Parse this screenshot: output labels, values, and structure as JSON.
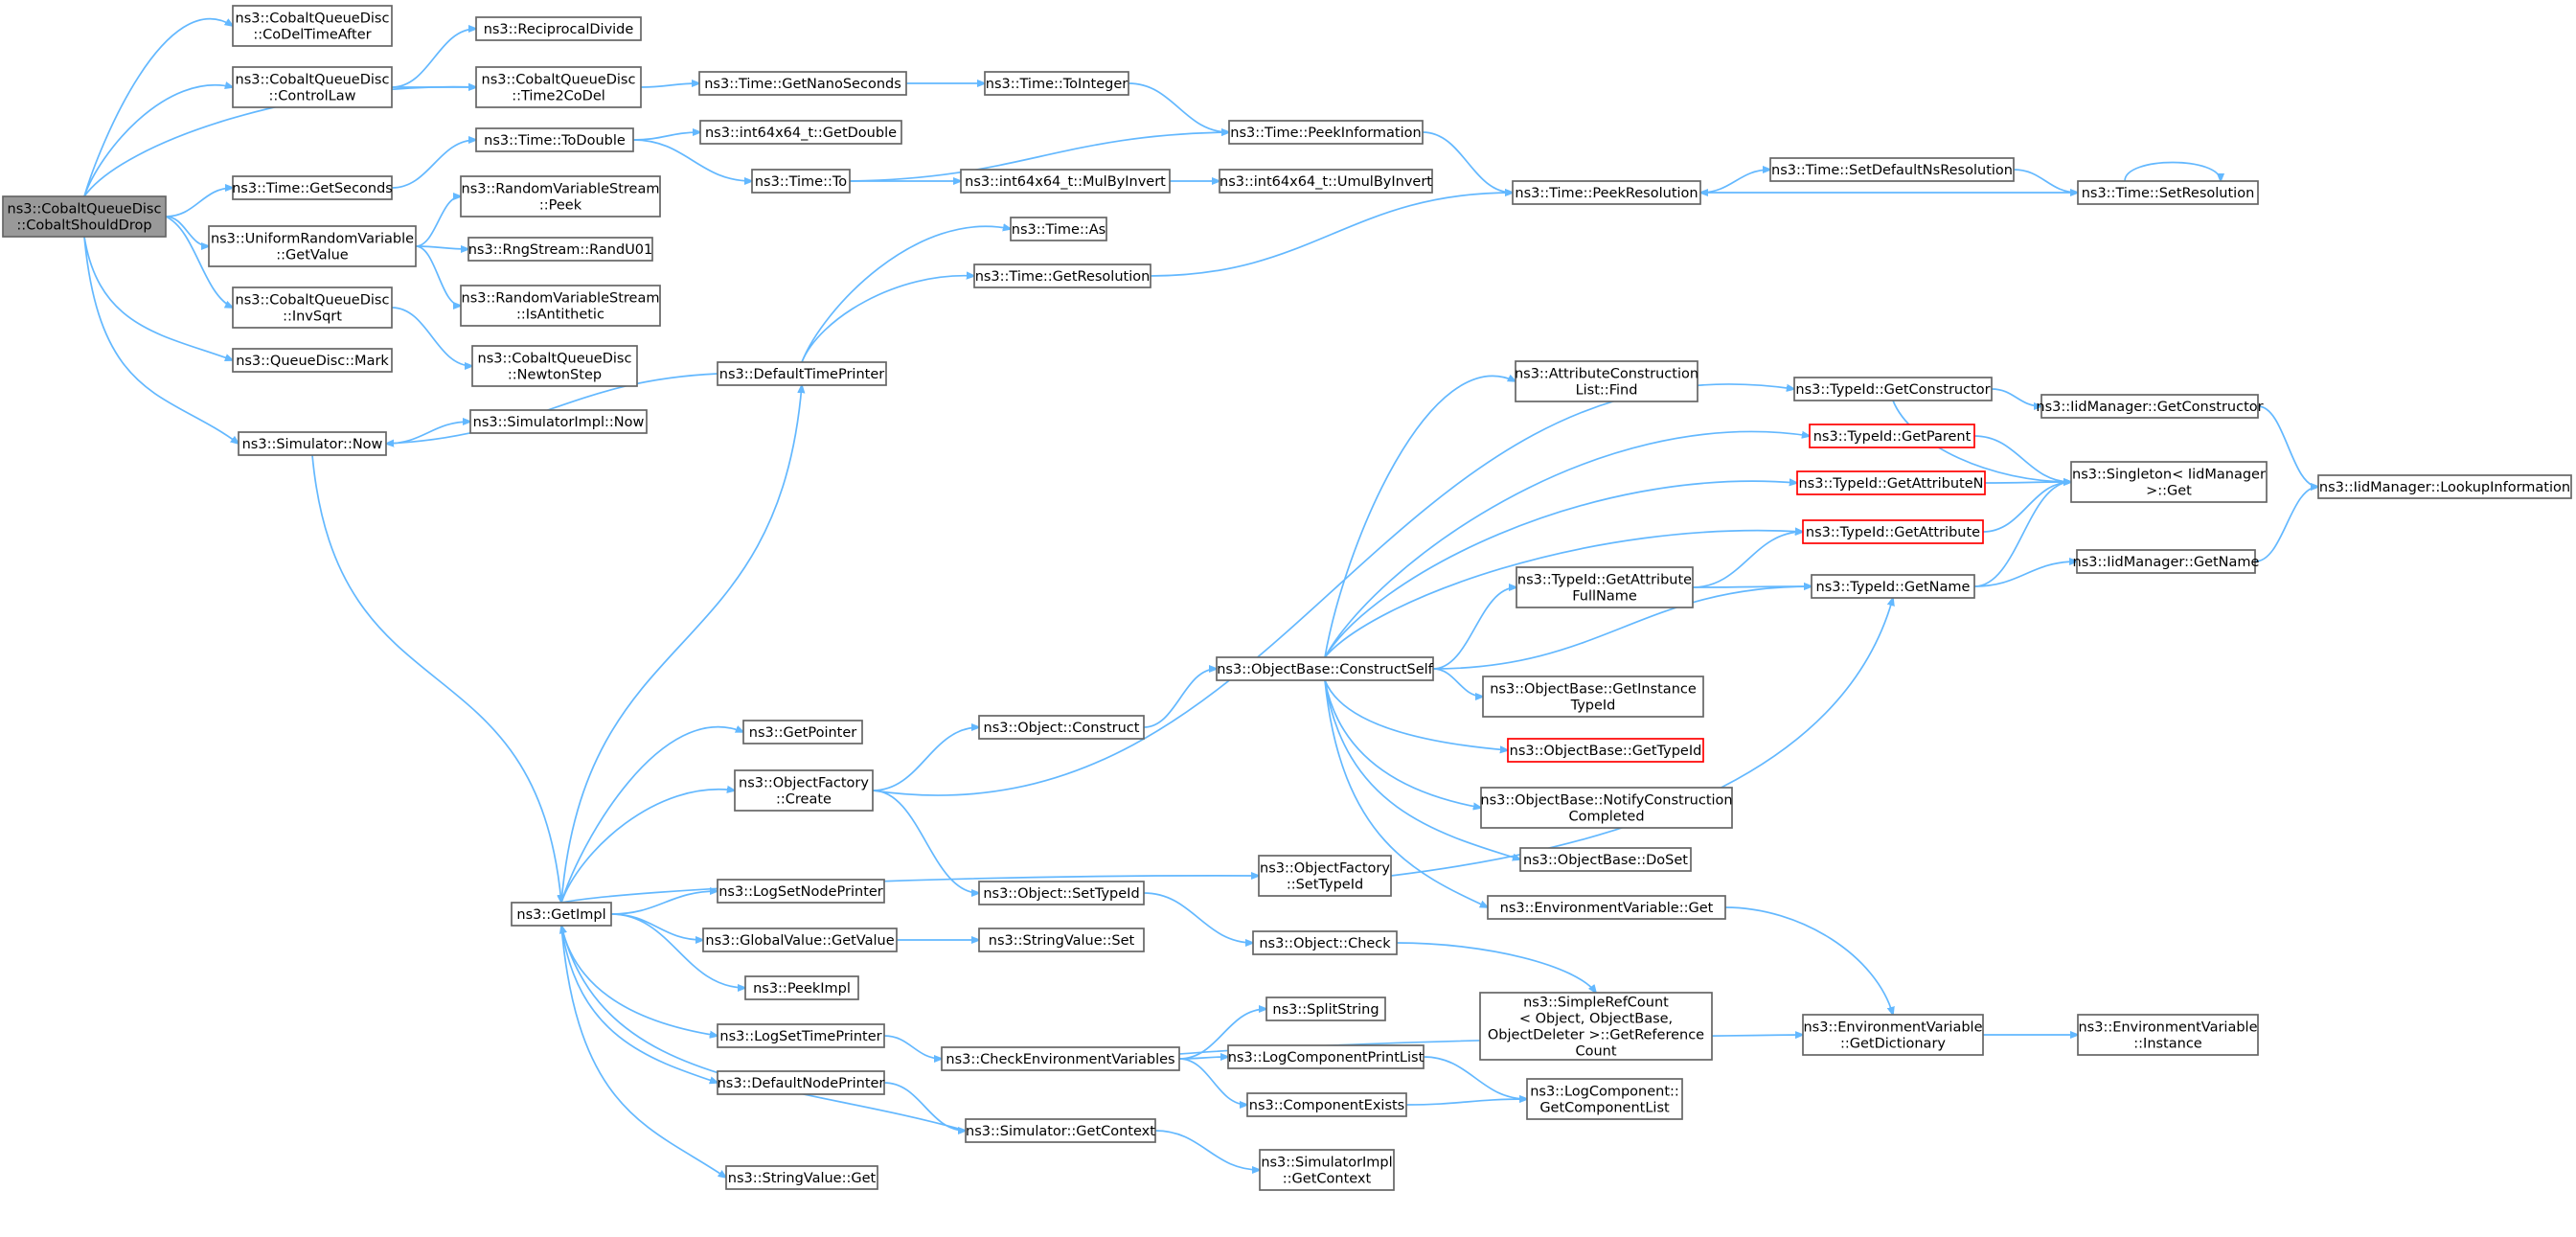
{
  "graph": {
    "nodes": [
      {
        "id": "root",
        "lines": [
          "ns3::CobaltQueueDisc",
          "::CobaltShouldDrop"
        ],
        "style": "root"
      },
      {
        "id": "codeltime",
        "lines": [
          "ns3::CobaltQueueDisc",
          "::CoDelTimeAfter"
        ]
      },
      {
        "id": "controllaw",
        "lines": [
          "ns3::CobaltQueueDisc",
          "::ControlLaw"
        ]
      },
      {
        "id": "getseconds",
        "lines": [
          "ns3::Time::GetSeconds"
        ]
      },
      {
        "id": "urvget",
        "lines": [
          "ns3::UniformRandomVariable",
          "::GetValue"
        ]
      },
      {
        "id": "invsqrt",
        "lines": [
          "ns3::CobaltQueueDisc",
          "::InvSqrt"
        ]
      },
      {
        "id": "mark",
        "lines": [
          "ns3::QueueDisc::Mark"
        ]
      },
      {
        "id": "simnow",
        "lines": [
          "ns3::Simulator::Now"
        ]
      },
      {
        "id": "recipdiv",
        "lines": [
          "ns3::ReciprocalDivide"
        ]
      },
      {
        "id": "time2codel",
        "lines": [
          "ns3::CobaltQueueDisc",
          "::Time2CoDel"
        ]
      },
      {
        "id": "todouble",
        "lines": [
          "ns3::Time::ToDouble"
        ]
      },
      {
        "id": "rvspeek",
        "lines": [
          "ns3::RandomVariableStream",
          "::Peek"
        ]
      },
      {
        "id": "randu01",
        "lines": [
          "ns3::RngStream::RandU01"
        ]
      },
      {
        "id": "isanti",
        "lines": [
          "ns3::RandomVariableStream",
          "::IsAntithetic"
        ]
      },
      {
        "id": "newton",
        "lines": [
          "ns3::CobaltQueueDisc",
          "::NewtonStep"
        ]
      },
      {
        "id": "simimplnow",
        "lines": [
          "ns3::SimulatorImpl::Now"
        ]
      },
      {
        "id": "getnano",
        "lines": [
          "ns3::Time::GetNanoSeconds"
        ]
      },
      {
        "id": "getdouble",
        "lines": [
          "ns3::int64x64_t::GetDouble"
        ]
      },
      {
        "id": "timeto",
        "lines": [
          "ns3::Time::To"
        ]
      },
      {
        "id": "mulbyinv",
        "lines": [
          "ns3::int64x64_t::MulByInvert"
        ]
      },
      {
        "id": "toint",
        "lines": [
          "ns3::Time::ToInteger"
        ]
      },
      {
        "id": "peekinfo",
        "lines": [
          "ns3::Time::PeekInformation"
        ]
      },
      {
        "id": "umulbyinv",
        "lines": [
          "ns3::int64x64_t::UmulByInvert"
        ]
      },
      {
        "id": "timeas",
        "lines": [
          "ns3::Time::As"
        ]
      },
      {
        "id": "getres",
        "lines": [
          "ns3::Time::GetResolution"
        ]
      },
      {
        "id": "deftimeprint",
        "lines": [
          "ns3::DefaultTimePrinter"
        ]
      },
      {
        "id": "peekres",
        "lines": [
          "ns3::Time::PeekResolution"
        ]
      },
      {
        "id": "setdefns",
        "lines": [
          "ns3::Time::SetDefaultNsResolution"
        ]
      },
      {
        "id": "setres",
        "lines": [
          "ns3::Time::SetResolution"
        ]
      },
      {
        "id": "getimpl",
        "lines": [
          "ns3::GetImpl"
        ]
      },
      {
        "id": "getpointer",
        "lines": [
          "ns3::GetPointer"
        ]
      },
      {
        "id": "ofcreate",
        "lines": [
          "ns3::ObjectFactory",
          "::Create"
        ]
      },
      {
        "id": "logsetnode",
        "lines": [
          "ns3::LogSetNodePrinter"
        ]
      },
      {
        "id": "gvget",
        "lines": [
          "ns3::GlobalValue::GetValue"
        ]
      },
      {
        "id": "peekimpl",
        "lines": [
          "ns3::PeekImpl"
        ]
      },
      {
        "id": "logsettime",
        "lines": [
          "ns3::LogSetTimePrinter"
        ]
      },
      {
        "id": "defnodeprint",
        "lines": [
          "ns3::DefaultNodePrinter"
        ]
      },
      {
        "id": "svget",
        "lines": [
          "ns3::StringValue::Get"
        ]
      },
      {
        "id": "objconstruct",
        "lines": [
          "ns3::Object::Construct"
        ]
      },
      {
        "id": "objsettypeid",
        "lines": [
          "ns3::Object::SetTypeId"
        ]
      },
      {
        "id": "svset",
        "lines": [
          "ns3::StringValue::Set"
        ]
      },
      {
        "id": "checkenv",
        "lines": [
          "ns3::CheckEnvironmentVariables"
        ]
      },
      {
        "id": "simgetctx",
        "lines": [
          "ns3::Simulator::GetContext"
        ]
      },
      {
        "id": "obconstructself",
        "lines": [
          "ns3::ObjectBase::ConstructSelf"
        ]
      },
      {
        "id": "ofsettypeid",
        "lines": [
          "ns3::ObjectFactory",
          "::SetTypeId"
        ]
      },
      {
        "id": "objcheck",
        "lines": [
          "ns3::Object::Check"
        ]
      },
      {
        "id": "splitstring",
        "lines": [
          "ns3::SplitString"
        ]
      },
      {
        "id": "logcompprint",
        "lines": [
          "ns3::LogComponentPrintList"
        ]
      },
      {
        "id": "compexists",
        "lines": [
          "ns3::ComponentExists"
        ]
      },
      {
        "id": "simimplctx",
        "lines": [
          "ns3::SimulatorImpl",
          "::GetContext"
        ]
      },
      {
        "id": "attrconstr",
        "lines": [
          "ns3::AttributeConstruction",
          "List::Find"
        ]
      },
      {
        "id": "tidattrfull",
        "lines": [
          "ns3::TypeId::GetAttribute",
          "FullName"
        ]
      },
      {
        "id": "obgetinst",
        "lines": [
          "ns3::ObjectBase::GetInstance",
          "TypeId"
        ]
      },
      {
        "id": "obgettypeid",
        "lines": [
          "ns3::ObjectBase::GetTypeId"
        ],
        "style": "red"
      },
      {
        "id": "obnotify",
        "lines": [
          "ns3::ObjectBase::NotifyConstruction",
          "Completed"
        ]
      },
      {
        "id": "obdoset",
        "lines": [
          "ns3::ObjectBase::DoSet"
        ]
      },
      {
        "id": "envget",
        "lines": [
          "ns3::EnvironmentVariable::Get"
        ]
      },
      {
        "id": "simplerefcount",
        "lines": [
          "ns3::SimpleRefCount",
          "< Object, ObjectBase,",
          "ObjectDeleter >::GetReference",
          "Count"
        ]
      },
      {
        "id": "logcompget",
        "lines": [
          "ns3::LogComponent::",
          "GetComponentList"
        ]
      },
      {
        "id": "tidgetconstr",
        "lines": [
          "ns3::TypeId::GetConstructor"
        ]
      },
      {
        "id": "tidgetparent",
        "lines": [
          "ns3::TypeId::GetParent"
        ],
        "style": "red"
      },
      {
        "id": "tidgetattrn",
        "lines": [
          "ns3::TypeId::GetAttributeN"
        ],
        "style": "red"
      },
      {
        "id": "tidgetattr",
        "lines": [
          "ns3::TypeId::GetAttribute"
        ],
        "style": "red"
      },
      {
        "id": "tidgetname",
        "lines": [
          "ns3::TypeId::GetName"
        ]
      },
      {
        "id": "envgetdict",
        "lines": [
          "ns3::EnvironmentVariable",
          "::GetDictionary"
        ]
      },
      {
        "id": "iidgetconstr",
        "lines": [
          "ns3::IidManager::GetConstructor"
        ]
      },
      {
        "id": "singleton",
        "lines": [
          "ns3::Singleton< IidManager",
          ">::Get"
        ]
      },
      {
        "id": "iidgetname",
        "lines": [
          "ns3::IidManager::GetName"
        ]
      },
      {
        "id": "envinstance",
        "lines": [
          "ns3::EnvironmentVariable",
          "::Instance"
        ]
      },
      {
        "id": "iidlookup",
        "lines": [
          "ns3::IidManager::LookupInformation"
        ]
      }
    ]
  }
}
